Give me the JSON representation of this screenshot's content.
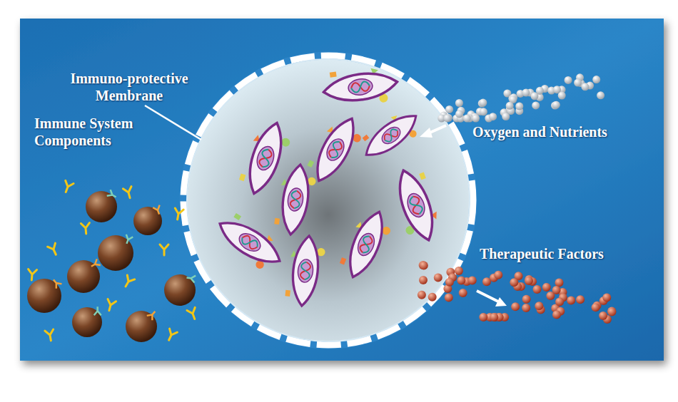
{
  "diagram": {
    "labels": [
      "Immuno-protective Membrane",
      "Immune System Components",
      "Oxygen and Nutrients",
      "Therapeutic Factors"
    ]
  }
}
